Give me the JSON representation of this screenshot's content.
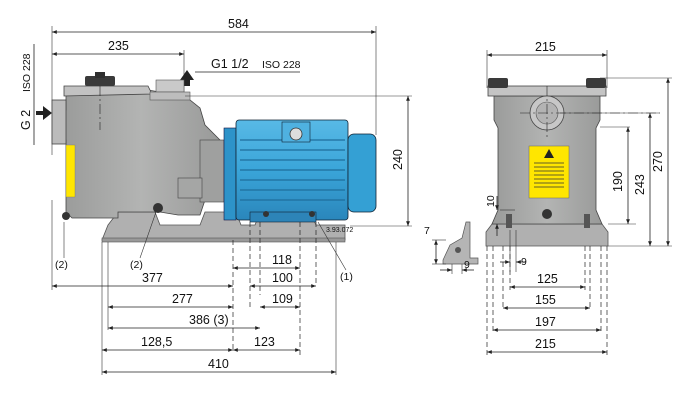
{
  "dimensions": {
    "overall_length": "584",
    "to_discharge": "235",
    "discharge_connection": "G1 1/2",
    "discharge_standard": "ISO 228",
    "suction_connection": "G 2",
    "suction_standard": "ISO 228",
    "height_shaft": "240",
    "motor_foot_1": "118",
    "motor_foot_2": "100",
    "motor_foot_3": "109",
    "base_377": "377",
    "base_277": "277",
    "base_386": "386 (3)",
    "base_128_5": "128,5",
    "base_123": "123",
    "base_410": "410",
    "callout_1": "(1)",
    "callout_2a": "(2)",
    "callout_2b": "(2)",
    "drawing_code": "3.93.072",
    "foot_7": "7",
    "foot_9a": "9",
    "foot_9b": "9",
    "foot_10": "10",
    "end_width_top": "215",
    "end_190": "190",
    "end_243": "243",
    "end_270": "270",
    "end_125": "125",
    "end_155": "155",
    "end_197": "197",
    "end_215_bottom": "215"
  },
  "colors": {
    "pump_body": "#a9aaa9",
    "motor": "#3aa5d9",
    "motor_dark": "#2580b5",
    "warning_label": "#ffe600",
    "knob": "#3a3a3a"
  }
}
